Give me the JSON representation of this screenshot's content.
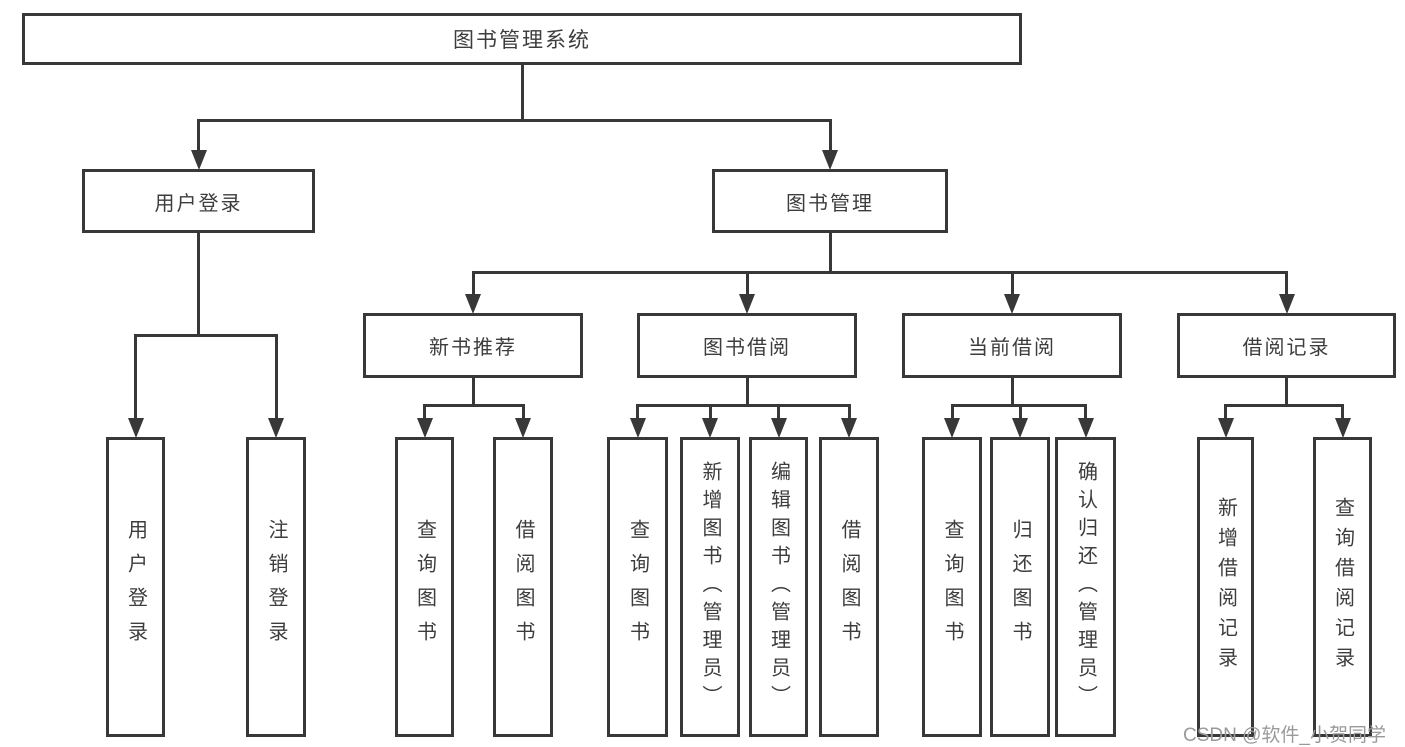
{
  "diagram": {
    "title": "图书管理系统",
    "nodes": [
      {
        "id": "root",
        "label": "图书管理系统",
        "orientation": "horizontal"
      },
      {
        "id": "login",
        "label": "用户登录",
        "orientation": "horizontal"
      },
      {
        "id": "mgmt",
        "label": "图书管理",
        "orientation": "horizontal"
      },
      {
        "id": "rec",
        "label": "新书推荐",
        "orientation": "horizontal"
      },
      {
        "id": "borrow",
        "label": "图书借阅",
        "orientation": "horizontal"
      },
      {
        "id": "current",
        "label": "当前借阅",
        "orientation": "horizontal"
      },
      {
        "id": "records",
        "label": "借阅记录",
        "orientation": "horizontal"
      },
      {
        "id": "login-1",
        "label": "用户登录",
        "orientation": "vertical"
      },
      {
        "id": "login-2",
        "label": "注销登录",
        "orientation": "vertical"
      },
      {
        "id": "rec-1",
        "label": "查询图书",
        "orientation": "vertical"
      },
      {
        "id": "rec-2",
        "label": "借阅图书",
        "orientation": "vertical"
      },
      {
        "id": "borrow-1",
        "label": "查询图书",
        "orientation": "vertical"
      },
      {
        "id": "borrow-2",
        "label": "新增图书（管理员）",
        "orientation": "vertical"
      },
      {
        "id": "borrow-3",
        "label": "编辑图书（管理员）",
        "orientation": "vertical"
      },
      {
        "id": "borrow-4",
        "label": "借阅图书",
        "orientation": "vertical"
      },
      {
        "id": "current-1",
        "label": "查询图书",
        "orientation": "vertical"
      },
      {
        "id": "current-2",
        "label": "归还图书",
        "orientation": "vertical"
      },
      {
        "id": "current-3",
        "label": "确认归还（管理员）",
        "orientation": "vertical"
      },
      {
        "id": "records-1",
        "label": "新增借阅记录",
        "orientation": "vertical"
      },
      {
        "id": "records-2",
        "label": "查询借阅记录",
        "orientation": "vertical"
      }
    ],
    "edges": [
      {
        "parent": "root",
        "children": [
          "login",
          "mgmt"
        ]
      },
      {
        "parent": "login",
        "children": [
          "login-1",
          "login-2"
        ]
      },
      {
        "parent": "mgmt",
        "children": [
          "rec",
          "borrow",
          "current",
          "records"
        ]
      },
      {
        "parent": "rec",
        "children": [
          "rec-1",
          "rec-2"
        ]
      },
      {
        "parent": "borrow",
        "children": [
          "borrow-1",
          "borrow-2",
          "borrow-3",
          "borrow-4"
        ]
      },
      {
        "parent": "current",
        "children": [
          "current-1",
          "current-2",
          "current-3"
        ]
      },
      {
        "parent": "records",
        "children": [
          "records-1",
          "records-2"
        ]
      }
    ]
  },
  "watermark": {
    "text": "CSDN @软件_小贺同学"
  },
  "colors": {
    "line": "#383838",
    "text": "#3d3d3d",
    "watermark": "#9a9a9a",
    "background": "#ffffff"
  }
}
